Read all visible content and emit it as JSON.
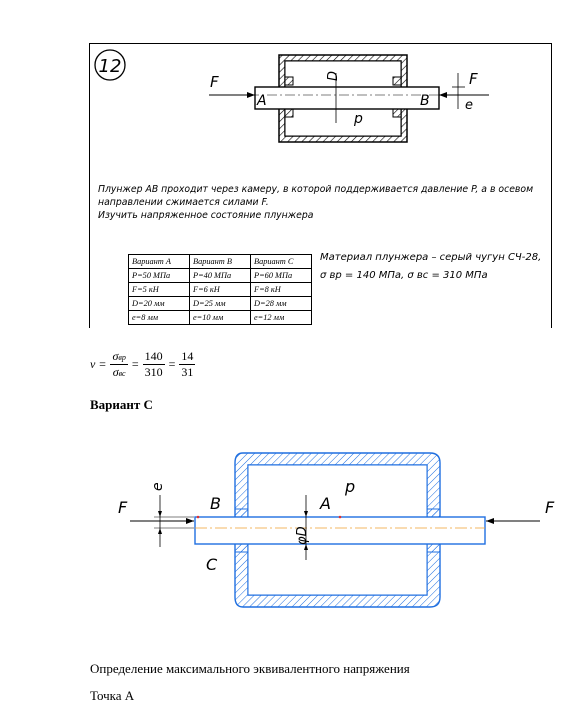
{
  "task": {
    "number": "12",
    "labels": {
      "F_left": "F",
      "F_right": "F",
      "A": "A",
      "B": "B",
      "D": "D",
      "p": "p",
      "e": "e"
    },
    "line1": "Плунжер AB  проходит через камеру, в которой поддерживается давление P, а в осевом",
    "line2": "направлении сжимается силами F.",
    "line3": "Изучить напряженное состояние плунжера",
    "variants": {
      "headers": [
        "Вариант A",
        "Вариант B",
        "Вариант C"
      ],
      "rows": [
        [
          "P=50 МПа",
          "P=40 МПа",
          "P=60 МПа"
        ],
        [
          "F=5 кН",
          "F=6 кН",
          "F=8 кН"
        ],
        [
          "D=20 мм",
          "D=25 мм",
          "D=28 мм"
        ],
        [
          "e=8 мм",
          "e=10 мм",
          "e=12 мм"
        ]
      ]
    },
    "material_line1": "Материал плунжера – серый чугун СЧ-28,",
    "material_line2a": "σ вр = 140 МПа, σ вс = 310 МПа"
  },
  "formula": {
    "lhs": "ν =",
    "num_sym": "σ",
    "num_sub": "вр",
    "den_sym": "σ",
    "den_sub": "вс",
    "eq": "=",
    "num1": "140",
    "den1": "310",
    "num2": "14",
    "den2": "31"
  },
  "variant_heading": "Вариант С",
  "diagram2": {
    "F_left": "F",
    "F_right": "F",
    "e": "e",
    "B": "B",
    "A": "A",
    "p": "p",
    "C": "C",
    "D": "φD",
    "colors": {
      "outline": "#1f6fe0",
      "axis": "#f0a030",
      "point": "#e03030"
    }
  },
  "text": {
    "heading": "Определение максимального эквивалентного напряжения",
    "point": "Точка А"
  }
}
